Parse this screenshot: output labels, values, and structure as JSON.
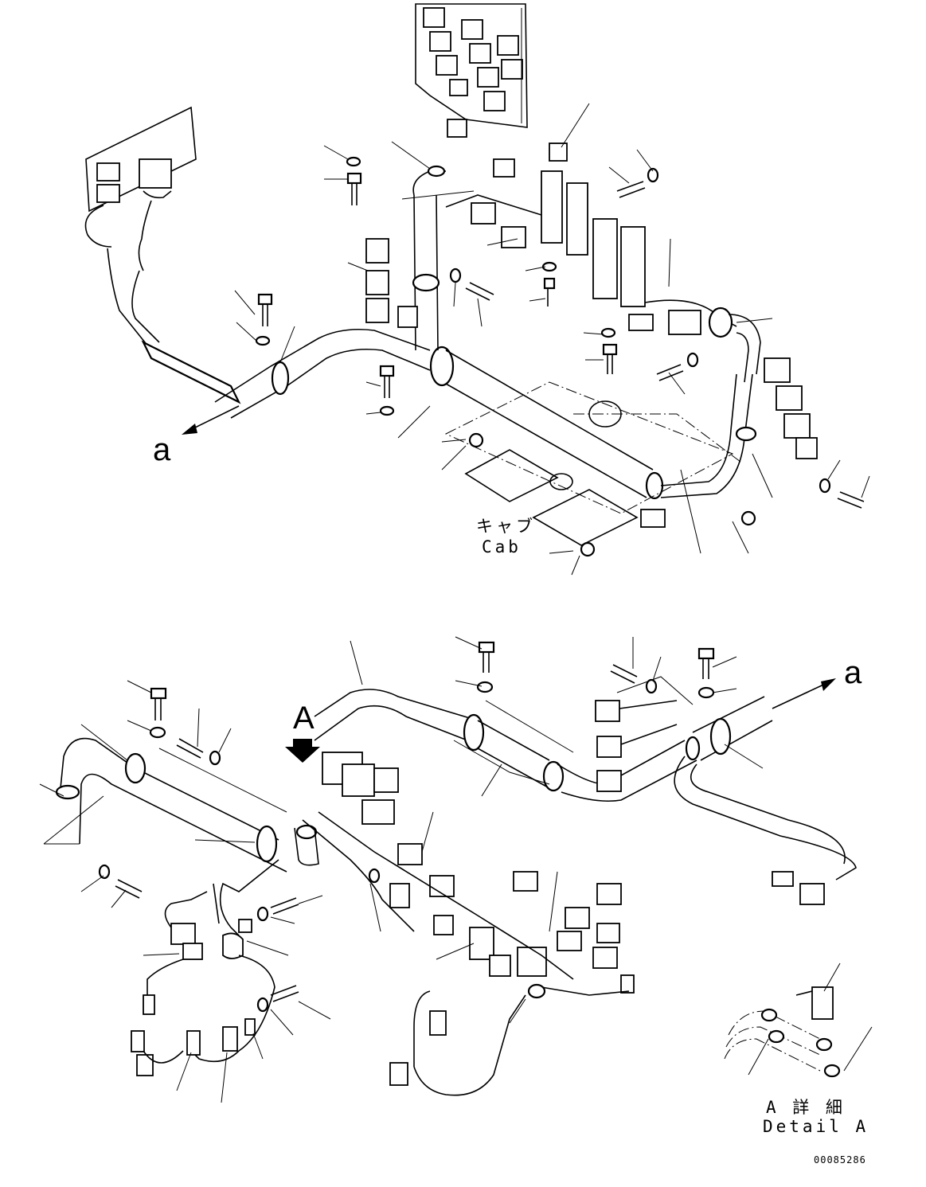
{
  "labels": {
    "arrow_a_left": "a",
    "arrow_a_right": "a",
    "view_a": "A",
    "cab_jp": "キャブ",
    "cab_en": "Cab",
    "detail_a_jp": "A 詳 細",
    "detail_a_en": "Detail A",
    "drawing_number": "00085286"
  }
}
